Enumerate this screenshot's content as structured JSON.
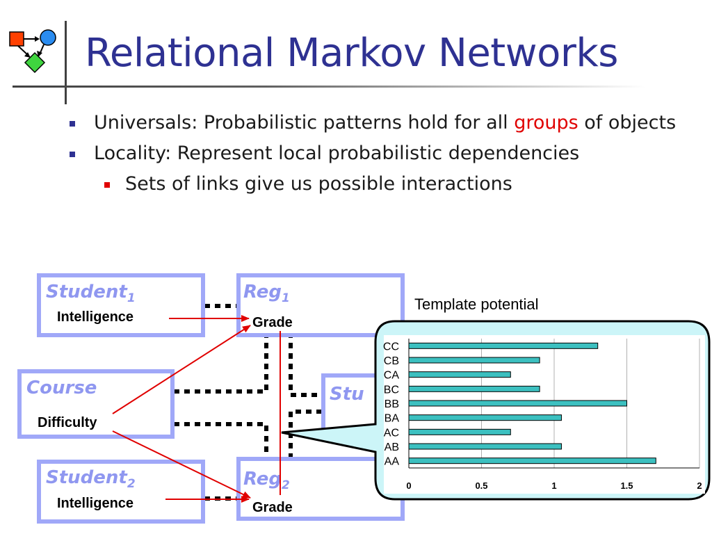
{
  "slide": {
    "title": "Relational Markov Networks",
    "bullet1_pre": "Universals: Probabilistic patterns hold for all ",
    "bullet1_hl": "groups",
    "bullet1_post": " of objects",
    "bullet2": "Locality: Represent local probabilistic dependencies",
    "sub_bullet": "Sets of links give us possible interactions"
  },
  "diagram": {
    "student1_title": "Student",
    "student1_sub": "1",
    "student1_attr": "Intelligence",
    "reg1_title": "Reg",
    "reg1_sub": "1",
    "reg1_attr": "Grade",
    "course_title": "Course",
    "course_attr": "Difficulty",
    "student2_partial": "Stu",
    "student2_title": "Student",
    "student2_sub": "2",
    "student2_attr": "Intelligence",
    "reg2_title": "Reg",
    "reg2_sub": "2",
    "reg2_attr": "Grade"
  },
  "colors": {
    "title": "#2e3192",
    "box_border": "#a0a8f8",
    "box_text": "#8f97f0",
    "arrow": "#e00000",
    "bar": "#3cc0c0",
    "callout_fill": "#ccf5f8"
  },
  "chart_data": {
    "type": "bar",
    "orientation": "horizontal",
    "title": "Template potential",
    "categories": [
      "CC",
      "CB",
      "CA",
      "BC",
      "BB",
      "BA",
      "AC",
      "AB",
      "AA"
    ],
    "values": [
      1.3,
      0.9,
      0.7,
      0.9,
      1.5,
      1.05,
      0.7,
      1.05,
      1.7
    ],
    "xlim": [
      0,
      2
    ],
    "xticks": [
      "0",
      "0.5",
      "1",
      "1.5",
      "2"
    ],
    "grid": true
  }
}
